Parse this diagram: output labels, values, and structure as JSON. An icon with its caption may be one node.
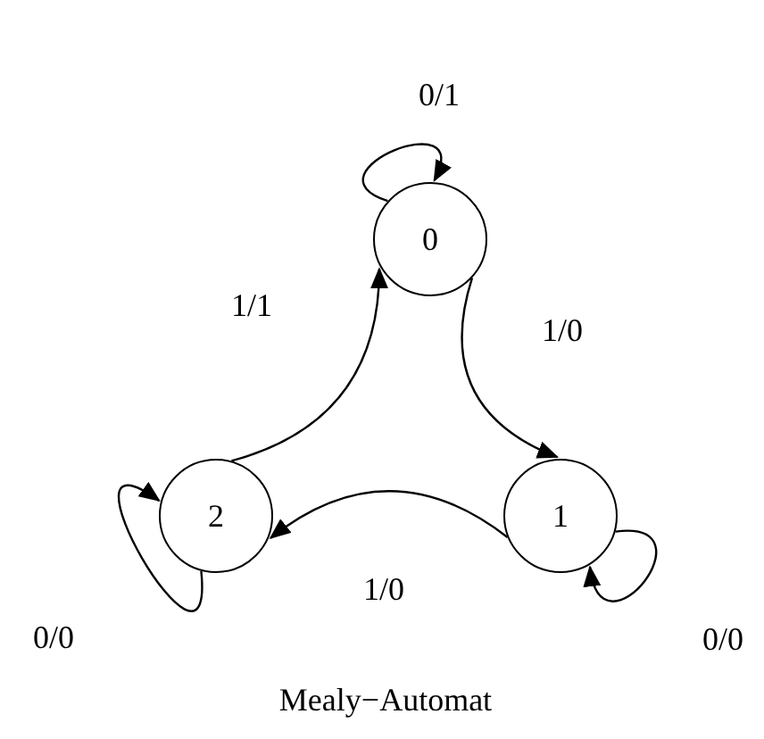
{
  "diagram": {
    "caption": "Mealy−Automat",
    "nodes": [
      {
        "text": [
          "0"
        ]
      },
      {
        "text": [
          "1"
        ]
      },
      {
        "text": [
          "2"
        ]
      }
    ],
    "edges": [
      {
        "from": 0,
        "to": 0,
        "arrow": "to",
        "label": "0/1"
      },
      {
        "from": 0,
        "to": 1,
        "arrow": "to",
        "label": "1/0"
      },
      {
        "from": 2,
        "to": 0,
        "arrow": "to",
        "label": "1/1"
      },
      {
        "from": 1,
        "to": 2,
        "arrow": "to",
        "label": "1/0"
      },
      {
        "from": 2,
        "to": 2,
        "arrow": "to",
        "label": "0/0"
      },
      {
        "from": 1,
        "to": 1,
        "arrow": "to",
        "label": "0/0"
      }
    ]
  }
}
